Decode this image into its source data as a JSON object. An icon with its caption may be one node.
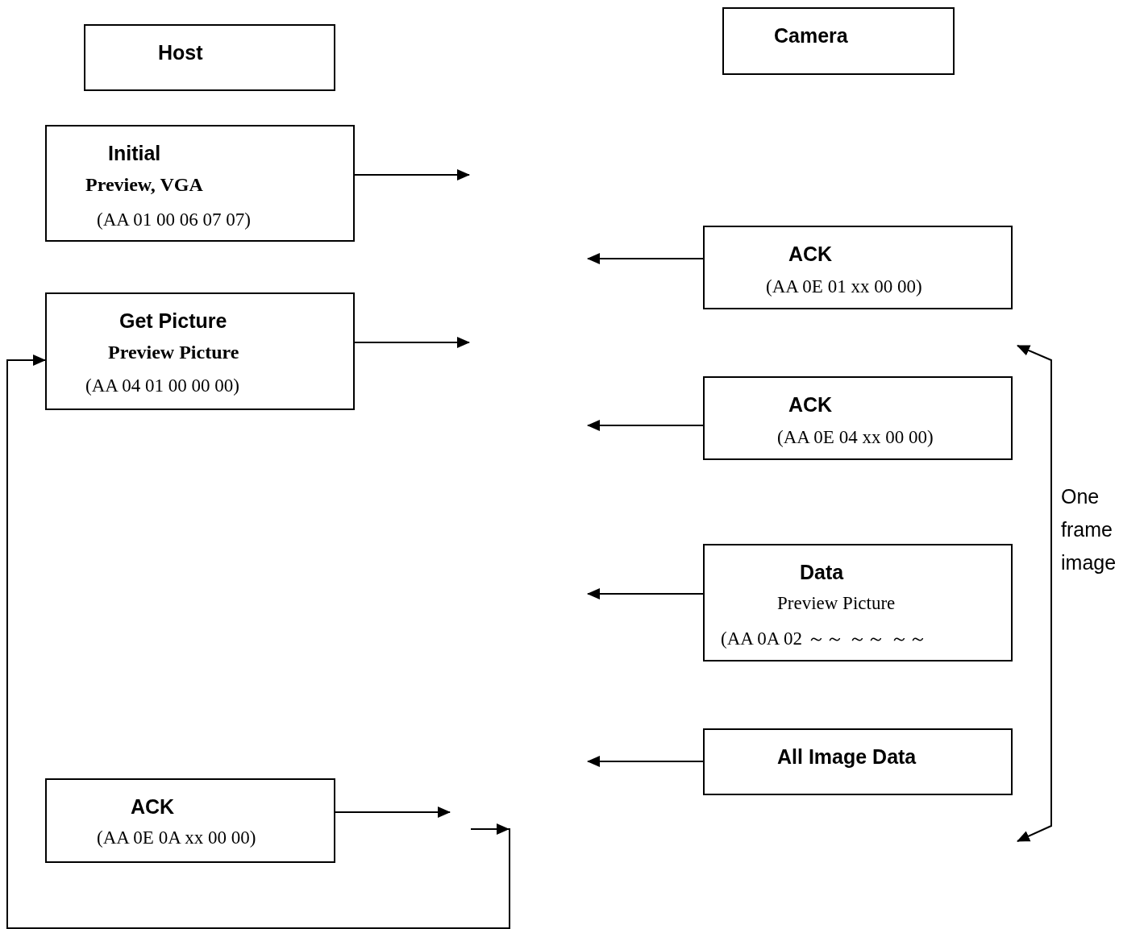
{
  "diagram": {
    "nodes": [
      {
        "text": [
          "Host"
        ]
      },
      {
        "text": [
          "Camera"
        ]
      },
      {
        "text": [
          "Initial",
          "Preview, VGA",
          "(AA 01 00 06 07 07)"
        ]
      },
      {
        "text": [
          "ACK",
          "(AA 0E 01 xx 00 00)"
        ]
      },
      {
        "text": [
          "Get Picture",
          "Preview Picture",
          "(AA 04 01 00 00 00)"
        ]
      },
      {
        "text": [
          "ACK",
          "(AA 0E 04 xx 00 00)"
        ]
      },
      {
        "text": [
          "Data",
          "Preview Picture",
          "(AA 0A 02 ～～ ～～ ～～"
        ]
      },
      {
        "text": [
          "All Image Data"
        ]
      },
      {
        "text": [
          "ACK",
          "(AA 0E 0A xx 00 00)"
        ]
      }
    ],
    "edges": [
      {
        "from": 2,
        "to": null,
        "arrow": "to"
      },
      {
        "from": 3,
        "to": null,
        "arrow": "to"
      },
      {
        "from": 4,
        "to": null,
        "arrow": "to"
      },
      {
        "from": 5,
        "to": null,
        "arrow": "to"
      },
      {
        "from": 6,
        "to": null,
        "arrow": "to"
      },
      {
        "from": 7,
        "to": null,
        "arrow": "to"
      },
      {
        "from": 8,
        "to": null,
        "arrow": "to"
      },
      {
        "from": null,
        "to": 4,
        "arrow": "to"
      }
    ],
    "labels": [
      "One frame image"
    ]
  }
}
